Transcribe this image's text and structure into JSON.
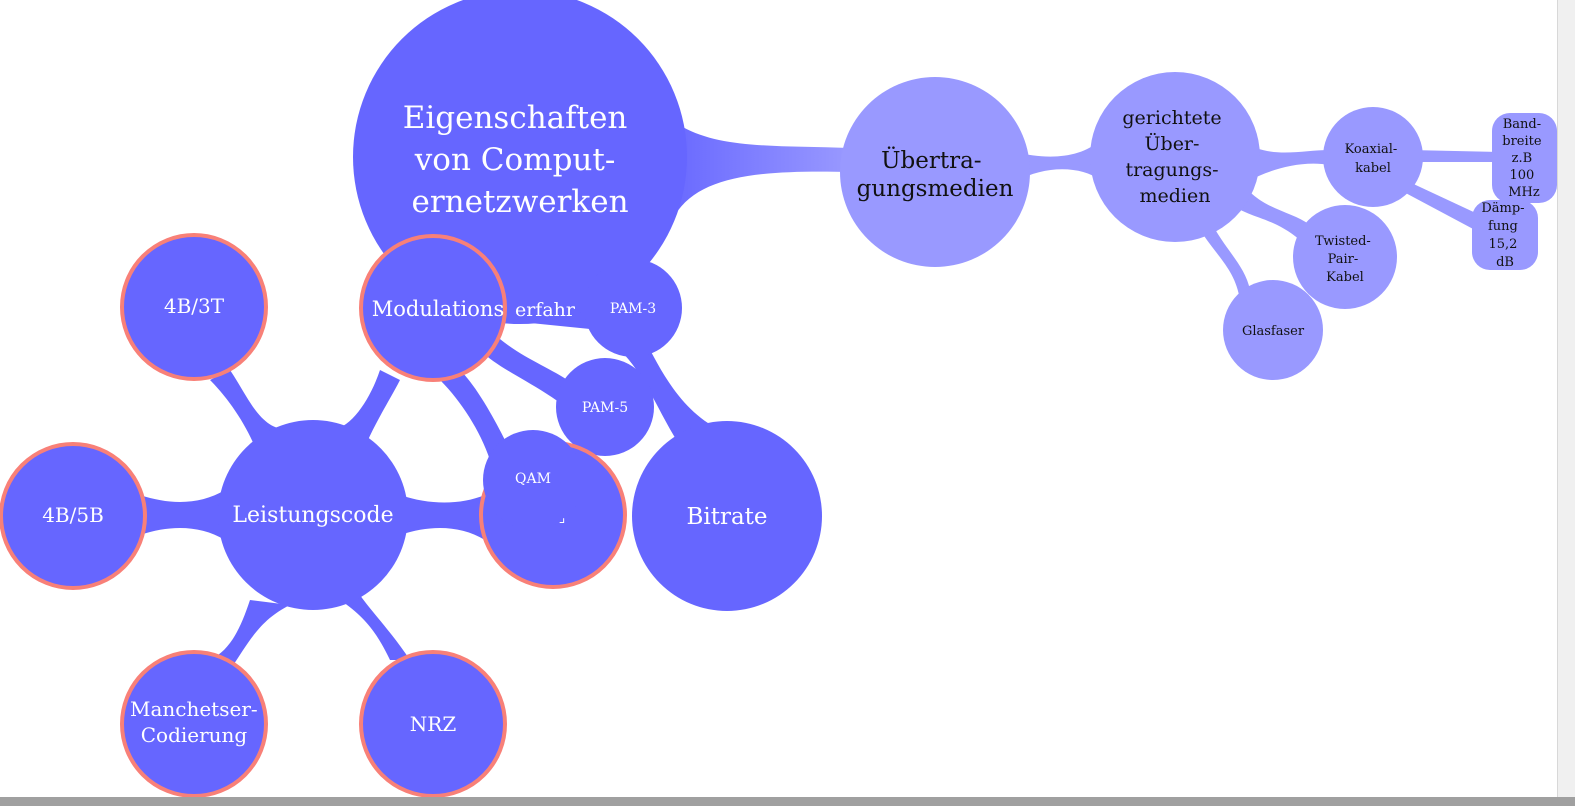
{
  "root": {
    "lines": [
      "Eigenschaften",
      "von Comput-",
      "ernetzwerken"
    ]
  },
  "media": {
    "label_lines": [
      "Übertra-",
      "gungsmedien"
    ],
    "directed": {
      "lines": [
        "gerichtete",
        "Über-",
        "tragungs-",
        "medien"
      ]
    },
    "coax": {
      "lines": [
        "Koaxial-",
        "kabel"
      ]
    },
    "twisted": {
      "lines": [
        "Twisted-",
        "Pair-",
        "Kabel"
      ]
    },
    "fiber": "Glasfaser",
    "bandwidth": {
      "lines": [
        "Band-",
        "breite",
        "z.B",
        "100",
        "MHz"
      ]
    },
    "attenuation": {
      "lines": [
        "Dämp-",
        "fung",
        "15,2",
        "dB"
      ]
    }
  },
  "modulation": {
    "label": "Modulations",
    "overlap_fragment": "erfahr",
    "pam3": "PAM-3",
    "pam5": "PAM-5",
    "qam": "QAM",
    "qam_mark": "⌟"
  },
  "bitrate": "Bitrate",
  "line_code": {
    "label": "Leistungscode",
    "b3t": "4B/3T",
    "b5b": "4B/5B",
    "manchester": {
      "lines": [
        "Manchetser-",
        "Codierung"
      ]
    },
    "nrz": "NRZ"
  },
  "colors": {
    "dark_node": "#6666ff",
    "light_node": "#9999ff",
    "ring": "#f88078"
  }
}
